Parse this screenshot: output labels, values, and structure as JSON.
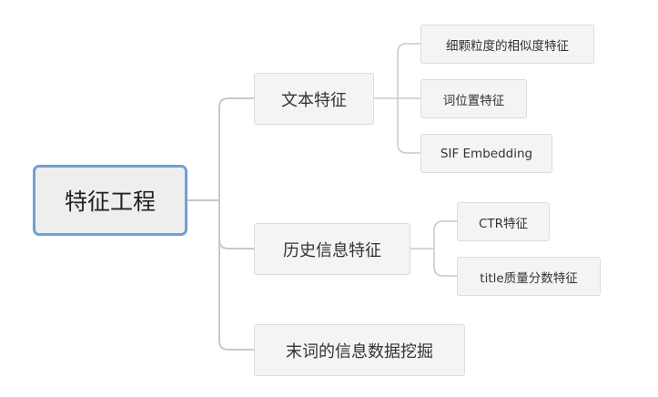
{
  "root": {
    "label": "特征工程"
  },
  "branches": [
    {
      "label": "文本特征",
      "children": [
        {
          "label": "细颗粒度的相似度特征"
        },
        {
          "label": "词位置特征"
        },
        {
          "label": "SIF Embedding"
        }
      ]
    },
    {
      "label": "历史信息特征",
      "children": [
        {
          "label": "CTR特征"
        },
        {
          "label": "title质量分数特征"
        }
      ]
    },
    {
      "label": "末词的信息数据挖掘",
      "children": []
    }
  ],
  "colors": {
    "connector": "#c8c8c8",
    "root_border": "#6f9fd8",
    "node_fill": "#f4f4f4"
  }
}
